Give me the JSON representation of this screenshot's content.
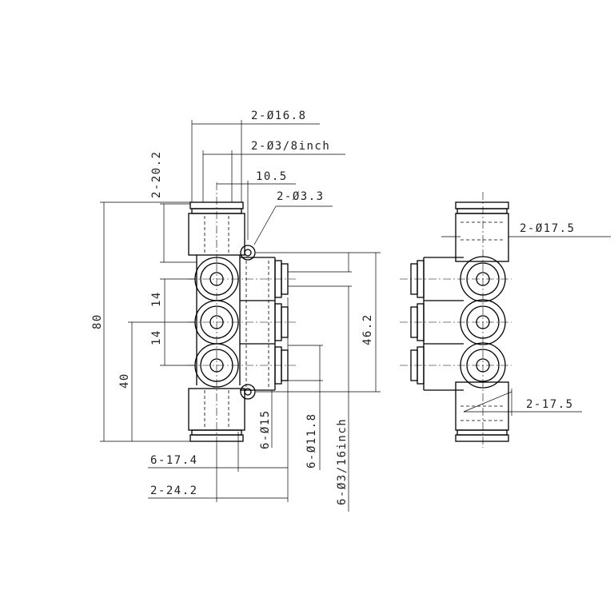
{
  "dimensions": {
    "main_ports_od": "2-Ø16.8",
    "main_tube": "2-Ø3/8inch",
    "offset": "10.5",
    "mount_holes": "2-Ø3.3",
    "main_port_length": "2-20.2",
    "total_height": "80",
    "pitch_1": "14",
    "pitch_2": "14",
    "half_height": "40",
    "branch_span": "46.2",
    "branch_od": "6-Ø15",
    "branch_collet": "6-Ø11.8",
    "branch_tube": "6-Ø3/16inch",
    "branch_length": "6-17.4",
    "body_width": "2-24.2",
    "side_port_od": "2-Ø17.5",
    "side_port_length": "2-17.5"
  }
}
